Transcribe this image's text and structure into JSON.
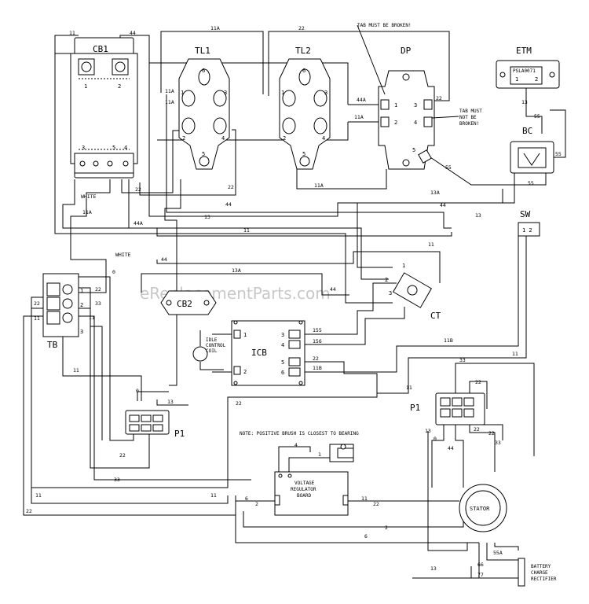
{
  "watermark": "eReplacementParts.com",
  "components": {
    "cb1": "CB1",
    "tl1": "TL1",
    "tl2": "TL2",
    "dp": "DP",
    "etm": "ETM",
    "bc": "BC",
    "sw": "SW",
    "tb": "TB",
    "cb2": "CB2",
    "icb": "ICB",
    "ct": "CT",
    "p1_left": "P1",
    "p1_right": "P1",
    "stator": "STATOR",
    "vrb": [
      "VOLTAGE",
      "REGULATOR",
      "BOARD"
    ],
    "idle_coil": [
      "IDLE",
      "CONTROL",
      "COIL"
    ],
    "bcr": [
      "BATTERY",
      "CHARGE",
      "RECTIFIER"
    ],
    "etm_chip": "PSLA0071"
  },
  "notes": {
    "tab_broken": "TAB MUST BE BROKEN!",
    "tab_not_broken": [
      "TAB MUST",
      "NOT BE",
      "BROKEN!"
    ],
    "brush": "NOTE: POSITIVE BRUSH IS CLOSEST TO BEARING"
  },
  "pins": {
    "cb1": [
      "1",
      "2",
      "3",
      "5",
      "4"
    ],
    "tl1": [
      "6",
      "1",
      "3",
      "2",
      "4",
      "5"
    ],
    "tl2": [
      "6",
      "1",
      "3",
      "2",
      "4",
      "5"
    ],
    "dp": [
      "1",
      "2",
      "3",
      "4",
      "5"
    ],
    "etm": [
      "1",
      "2"
    ],
    "sw": "1 2",
    "tb": [
      "1",
      "2",
      "3"
    ],
    "icb": [
      "1",
      "2",
      "3",
      "4",
      "5",
      "6"
    ],
    "ct": [
      "1",
      "2",
      "3"
    ]
  },
  "wires": {
    "w11": "11",
    "w44": "44",
    "w11a": "11A",
    "w22": "22",
    "w44a": "44A",
    "w13": "13",
    "w55": "55",
    "w13a": "13A",
    "w0": "0",
    "w33": "33",
    "w155": "155",
    "w156": "156",
    "w11b": "11B",
    "w2": "2",
    "w6": "6",
    "w4": "4",
    "w1": "1",
    "w55a": "55A",
    "w66": "66",
    "w77": "77",
    "white": "WHITE"
  }
}
